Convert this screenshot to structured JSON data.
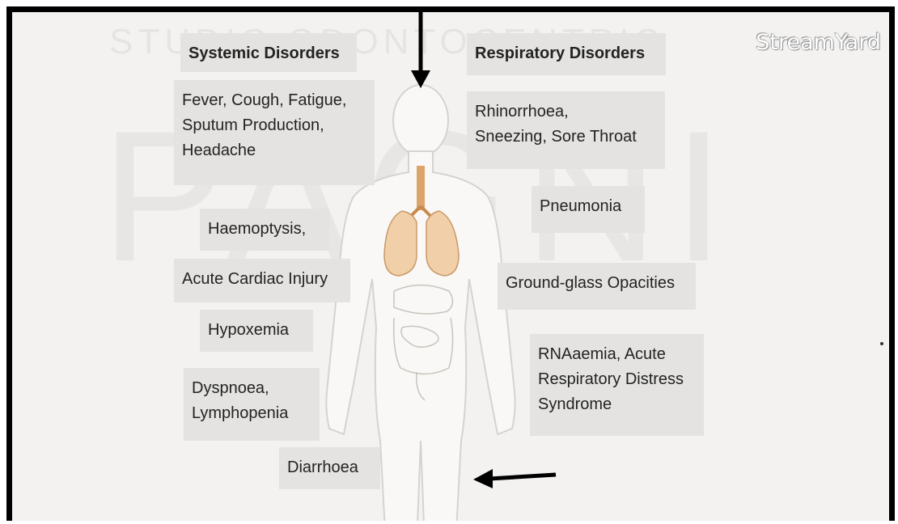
{
  "watermark": {
    "text": "PAGNI",
    "top_text": "STUDIO ODONTOCENTRIC"
  },
  "logo": {
    "text": "StreamYard"
  },
  "left_heading": "Systemic Disorders",
  "right_heading": "Respiratory Disorders",
  "left_items": [
    {
      "line1": "Fever, Cough, Fatigue,",
      "line2": "Sputum Production,",
      "line3": "Headache"
    },
    {
      "line1": "Haemoptysis,"
    },
    {
      "line1": "Acute Cardiac Injury"
    },
    {
      "line1": "Hypoxemia"
    },
    {
      "line1": "Dyspnoea,",
      "line2": "Lymphopenia"
    },
    {
      "line1": "Diarrhoea"
    }
  ],
  "right_items": [
    {
      "line1": "Rhinorrhoea,",
      "line2": "Sneezing, Sore Throat"
    },
    {
      "line1": "Pneumonia"
    },
    {
      "line1": "Ground-glass Opacities"
    },
    {
      "line1": "RNAaemia, Acute",
      "line2": "Respiratory Distress",
      "line3": "Syndrome"
    }
  ],
  "colors": {
    "frame": "#000000",
    "box": "#e4e3e1",
    "body": "#f7f6f4",
    "lungs": "#e2b07c",
    "arrow": "#000000"
  }
}
